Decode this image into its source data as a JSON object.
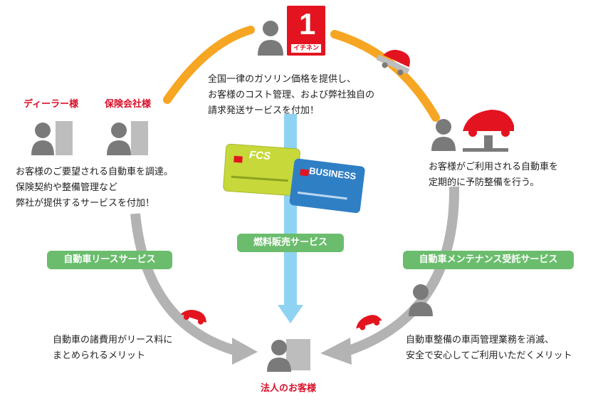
{
  "brand": {
    "logo_text": "イチネン"
  },
  "top_text": [
    "全国一律のガソリン価格を提供し、",
    "お客様のコスト管理、および弊社独自の",
    "請求発送サービスを付加！"
  ],
  "left": {
    "dealer_label": "ディーラー様",
    "insurer_label": "保険会社様",
    "desc": [
      "お客様のご要望される自動車を調達。",
      "保険契約や整備管理など",
      "弊社が提供するサービスを付加！"
    ],
    "service_label": "自動車リースサービス",
    "benefit": [
      "自動車の諸費用がリース料に",
      "まとめられるメリット"
    ]
  },
  "center": {
    "card1_text": "FCS",
    "card2_text": "BUSINESS",
    "service_label": "燃料販売サービス"
  },
  "right": {
    "desc": [
      "お客様がご利用される自動車を",
      "定期的に予防整備を行う。"
    ],
    "service_label": "自動車メンテナンス受託サービス",
    "benefit": [
      "自動車整備の車両管理業務を消滅、",
      "安全で安心してご利用いただくメリット"
    ]
  },
  "bottom": {
    "customer_label": "法人のお客様"
  },
  "colors": {
    "orange": "#f6a623",
    "gray_arc": "#b3b3b3",
    "blue_arrow": "#8fd3f3",
    "green": "#6bbd6d",
    "red": "#d8102a"
  }
}
